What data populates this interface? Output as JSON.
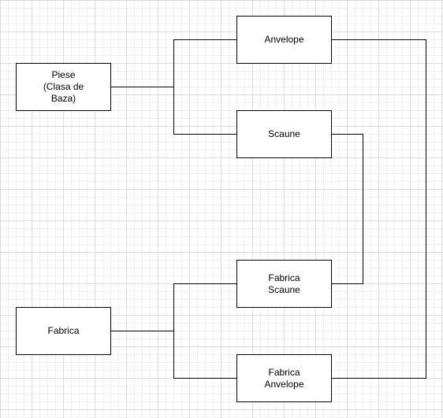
{
  "diagram": {
    "nodes": {
      "piese": {
        "label": "Piese\n(Clasa de\nBaza)"
      },
      "fabrica": {
        "label": "Fabrica"
      },
      "anvelope": {
        "label": "Anvelope"
      },
      "scaune": {
        "label": "Scaune"
      },
      "fabrica_scaune": {
        "label": "Fabrica\nScaune"
      },
      "fabrica_anvelope": {
        "label": "Fabrica\nAnvelope"
      }
    },
    "edges": [
      {
        "from": "Piese (Clasa de Baza)",
        "to": "Anvelope"
      },
      {
        "from": "Piese (Clasa de Baza)",
        "to": "Scaune"
      },
      {
        "from": "Fabrica",
        "to": "Fabrica Scaune"
      },
      {
        "from": "Fabrica",
        "to": "Fabrica Anvelope"
      },
      {
        "from": "Scaune",
        "to": "Fabrica Scaune"
      },
      {
        "from": "Anvelope",
        "to": "Fabrica Anvelope"
      }
    ],
    "line_color": "#000000"
  }
}
